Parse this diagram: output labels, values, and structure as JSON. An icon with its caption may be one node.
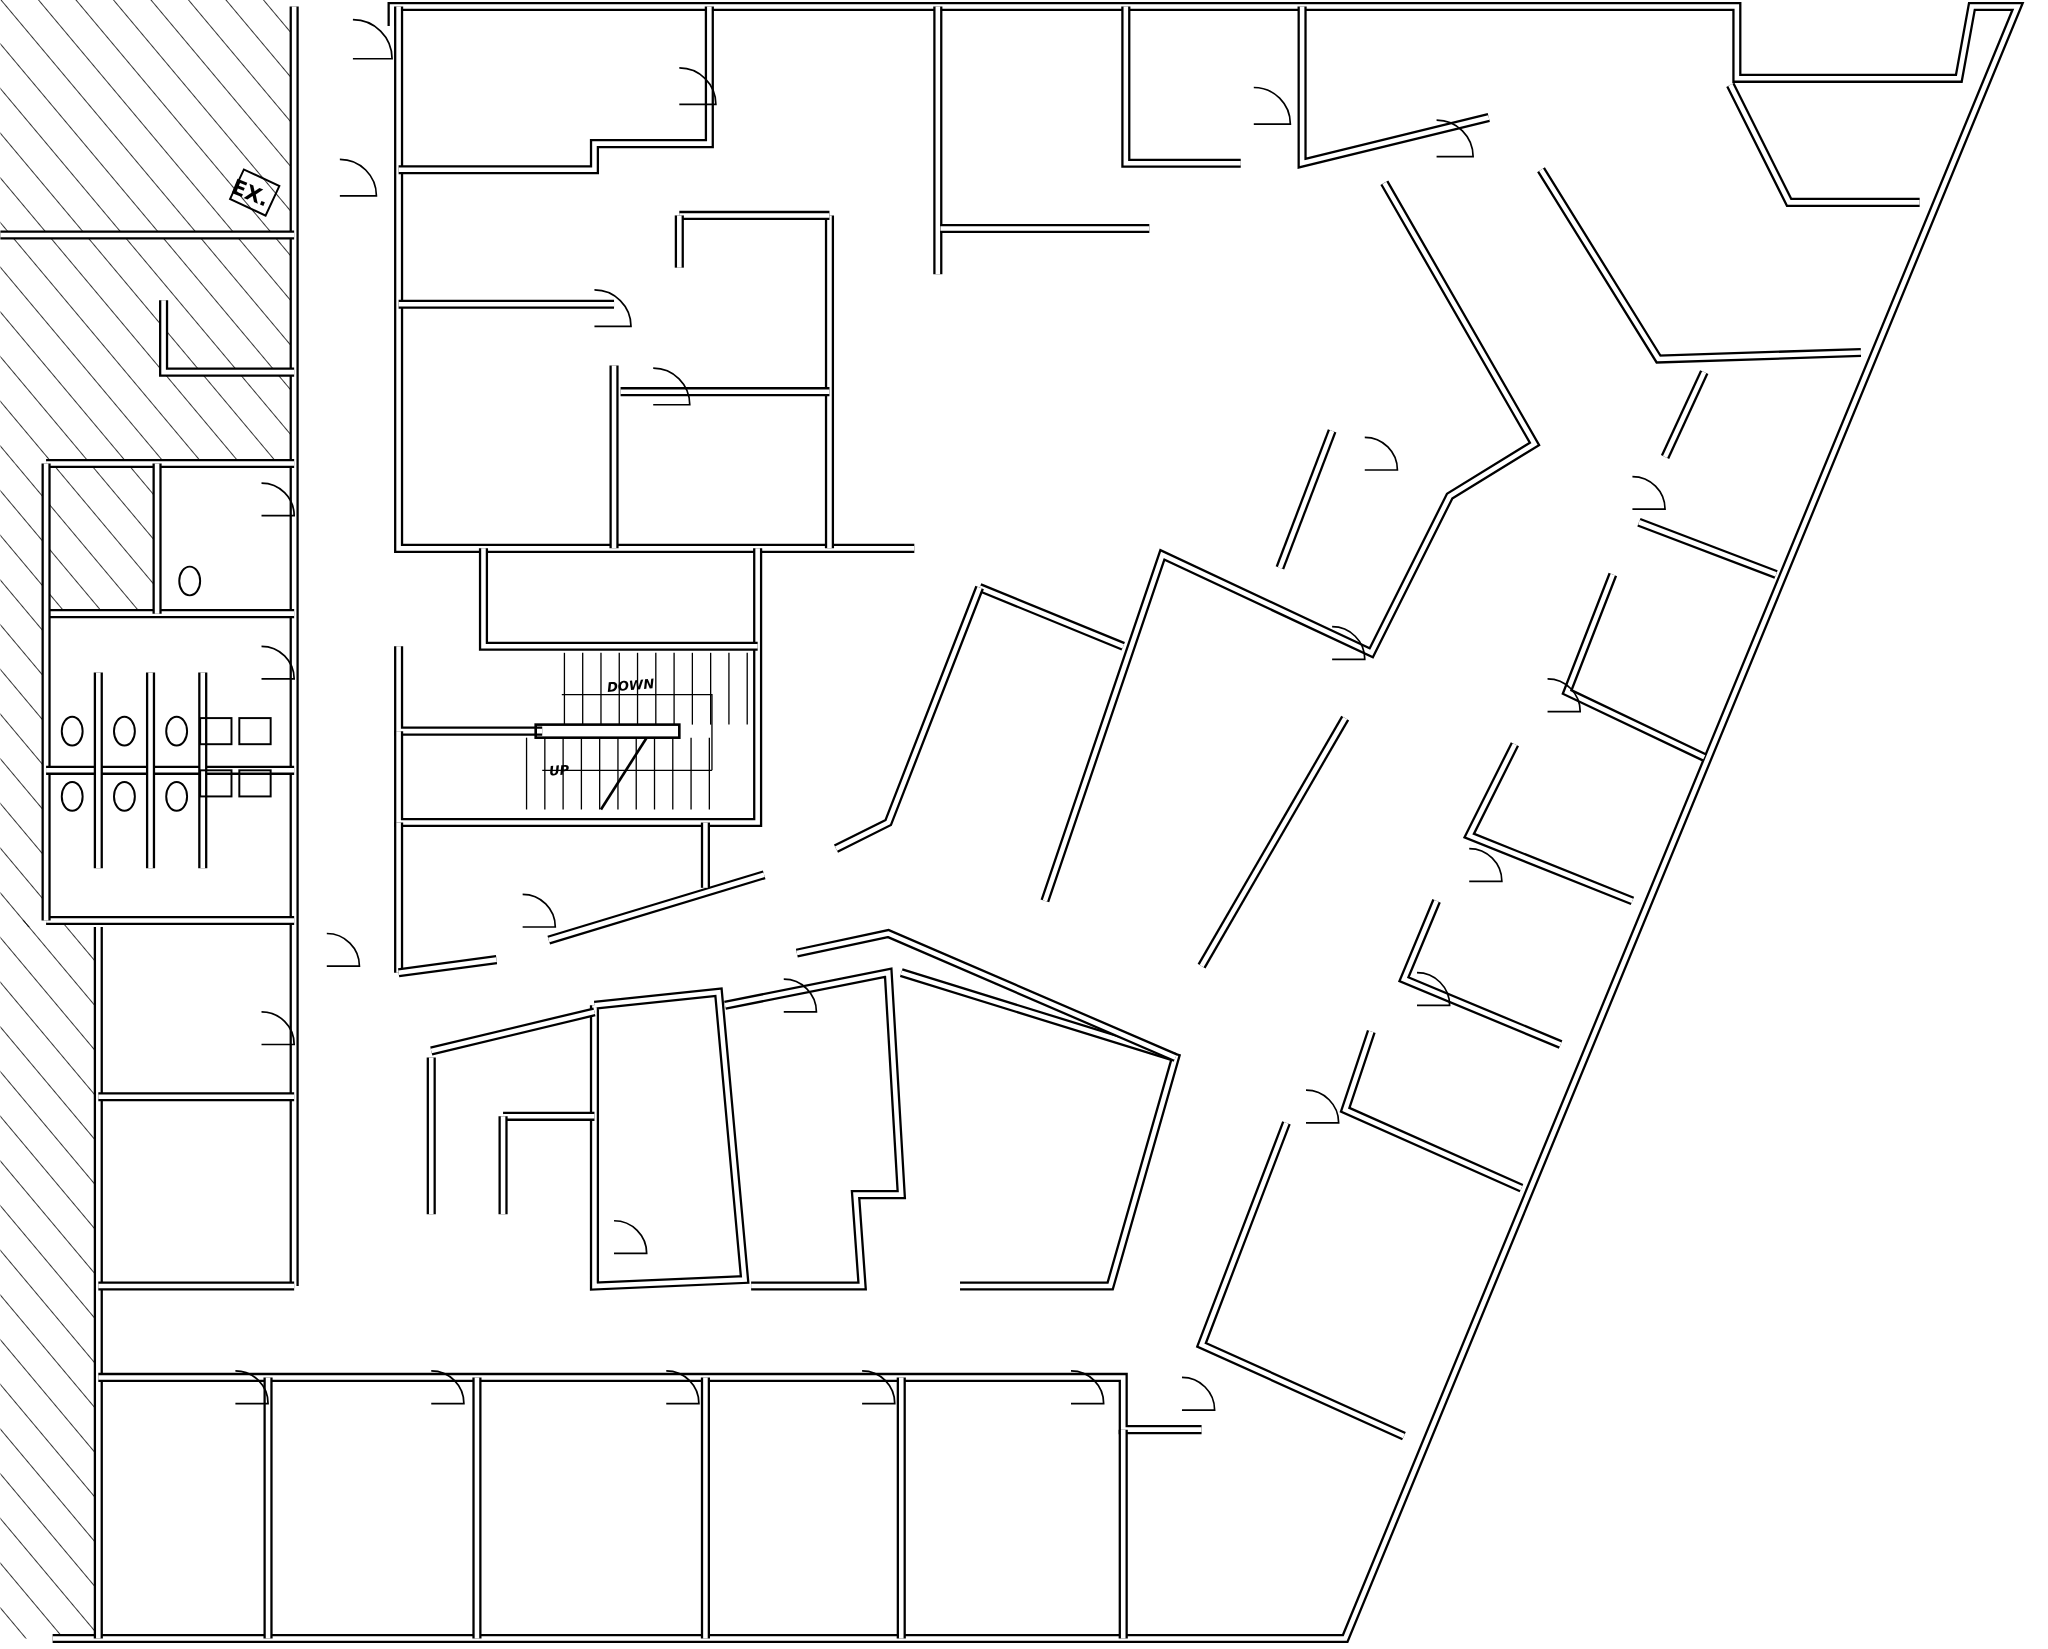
{
  "diagram": {
    "labels": [
      "EX.",
      "DOWN",
      "UP"
    ]
  }
}
